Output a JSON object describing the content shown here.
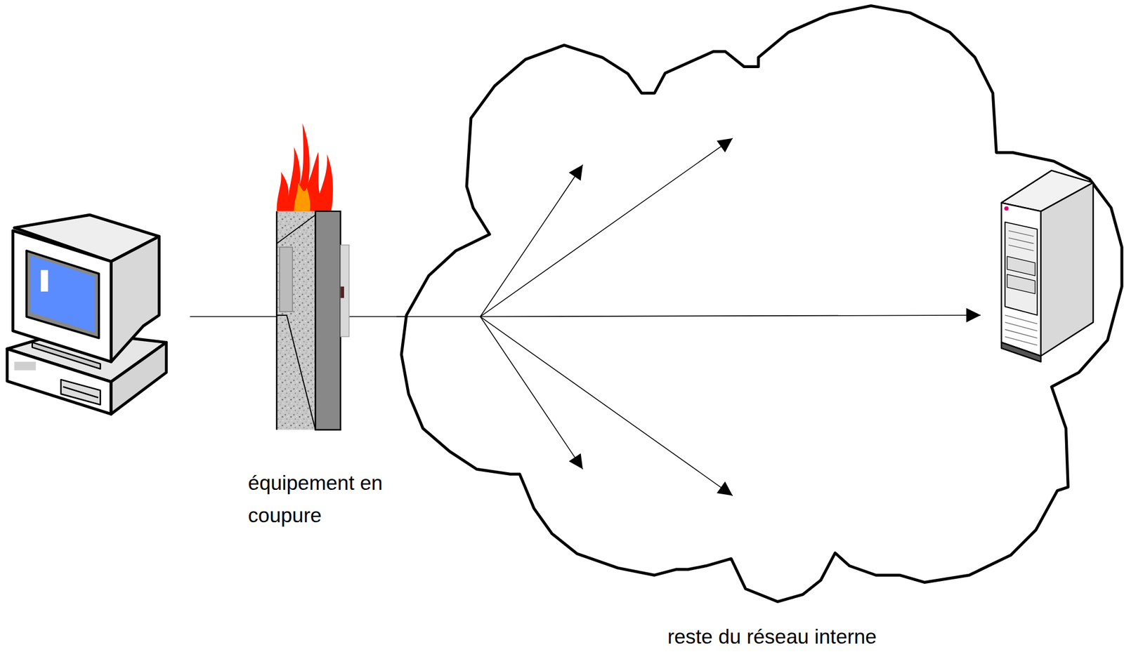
{
  "diagram": {
    "nodes": [
      {
        "text": [
          "équipement en coupure"
        ]
      },
      {
        "text": [
          "reste du réseau interne"
        ]
      }
    ],
    "edges": [
      {
        "from": 0,
        "to": 1,
        "arrow": "none"
      }
    ]
  }
}
